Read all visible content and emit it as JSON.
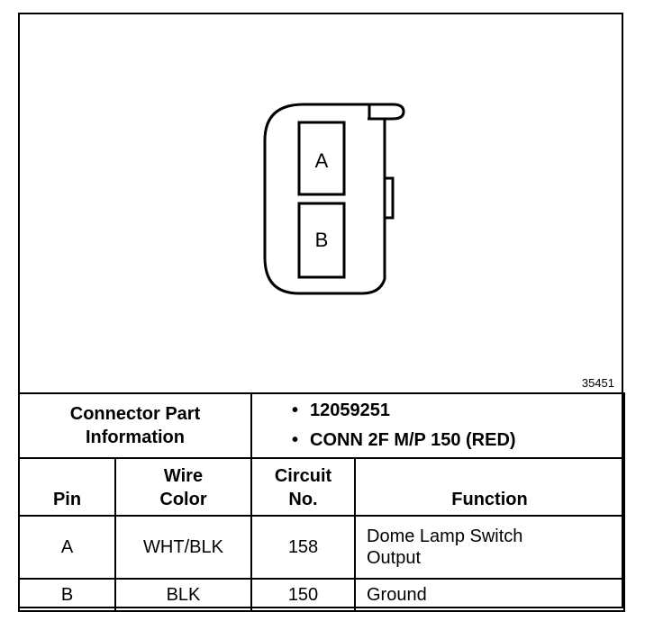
{
  "figure_number": "35451",
  "connector_pins": {
    "top": "A",
    "bottom": "B"
  },
  "part_info": {
    "label_line1": "Connector Part",
    "label_line2": "Information",
    "items": [
      "12059251",
      "CONN 2F M/P 150 (RED)"
    ]
  },
  "headers": {
    "pin": "Pin",
    "wire_color_line1": "Wire",
    "wire_color_line2": "Color",
    "circuit_line1": "Circuit",
    "circuit_line2": "No.",
    "function": "Function"
  },
  "rows": [
    {
      "pin": "A",
      "wire_color": "WHT/BLK",
      "circuit": "158",
      "function_line1": "Dome Lamp Switch",
      "function_line2": "Output"
    },
    {
      "pin": "B",
      "wire_color": "BLK",
      "circuit": "150",
      "function_line1": "Ground",
      "function_line2": ""
    }
  ]
}
